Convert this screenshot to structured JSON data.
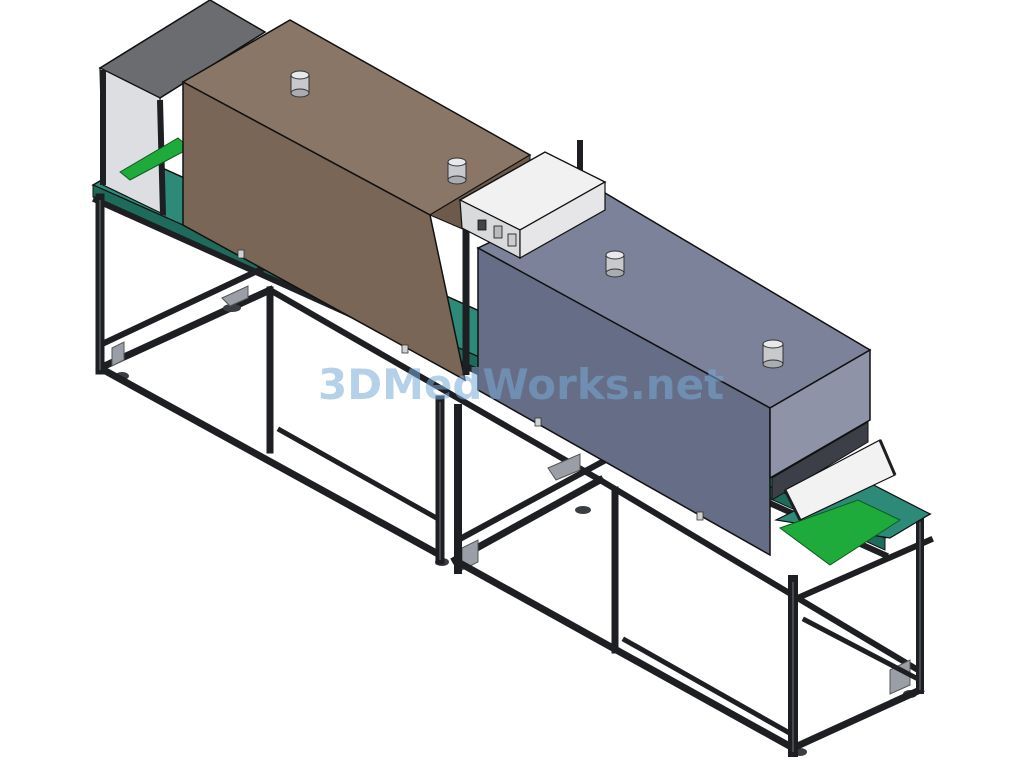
{
  "watermark": {
    "text": "3DMedWorks.net"
  },
  "colors": {
    "frame": "#222428",
    "frame_hi": "#5a5f66",
    "table_top": "#2d8a78",
    "table_edge": "#1e6b5c",
    "belt": "#1faa3c",
    "oven_left_front": "#7a6656",
    "oven_left_top": "#8a7666",
    "oven_left_side": "#6e5a4a",
    "oven_right_front": "#666d86",
    "oven_right_top": "#7c8299",
    "oven_right_side": "#8e93a8",
    "hood_top": "#6a6c70",
    "hood_side": "#d8dadd",
    "control_box": "#e6e6e8"
  },
  "icons": {
    "exhaust_port": "cylinder-stack",
    "control_panel": "control-box"
  }
}
